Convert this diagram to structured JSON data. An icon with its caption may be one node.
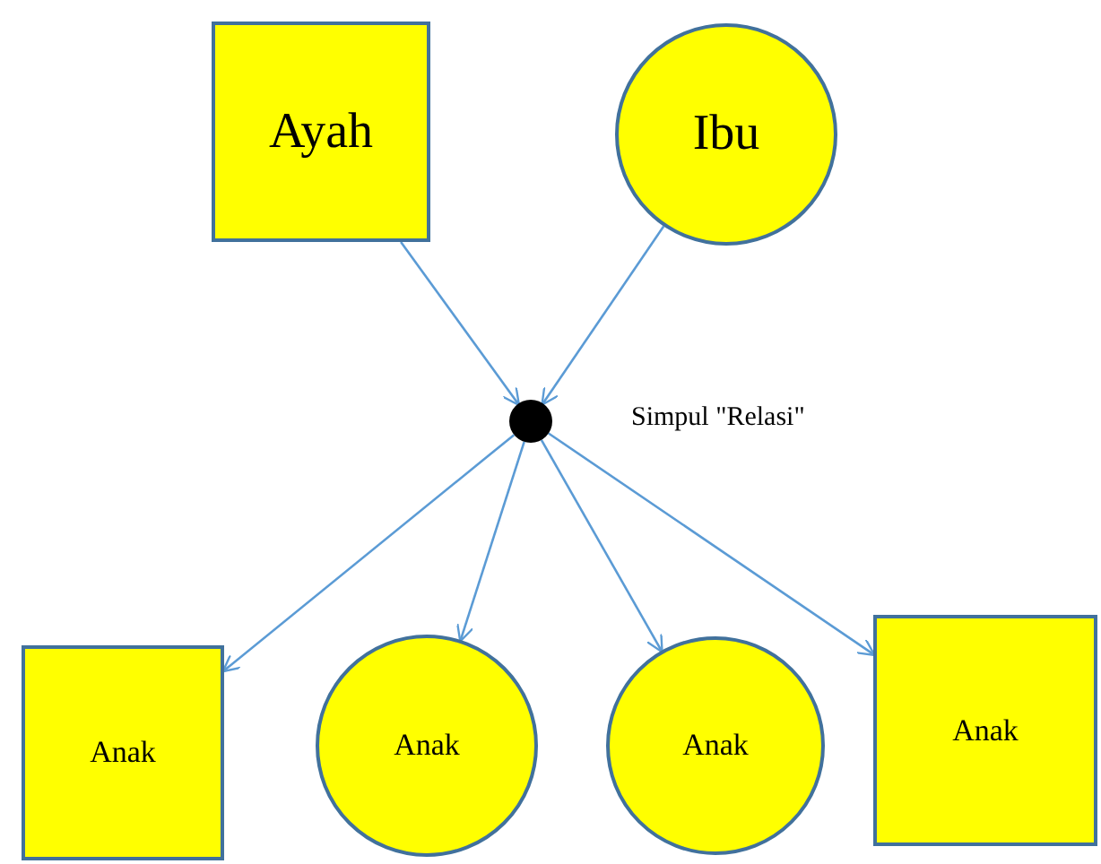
{
  "diagram": {
    "nodes": [
      {
        "text": [
          "Ayah"
        ]
      },
      {
        "text": [
          "Ibu"
        ]
      },
      {
        "text": [],
        "shape": "circle",
        "beside": [
          "Simpul \"Relasi\""
        ]
      },
      {
        "text": [
          "Anak"
        ]
      },
      {
        "text": [
          "Anak"
        ]
      },
      {
        "text": [
          "Anak"
        ]
      },
      {
        "text": [
          "Anak"
        ]
      }
    ],
    "edges": [
      {
        "from": 0,
        "to": 2,
        "arrow": "to"
      },
      {
        "from": 1,
        "to": 2,
        "arrow": "to"
      },
      {
        "from": 2,
        "to": 3,
        "arrow": "to"
      },
      {
        "from": 2,
        "to": 4,
        "arrow": "to"
      },
      {
        "from": 2,
        "to": 5,
        "arrow": "to"
      },
      {
        "from": 2,
        "to": 6,
        "arrow": "to"
      }
    ]
  }
}
